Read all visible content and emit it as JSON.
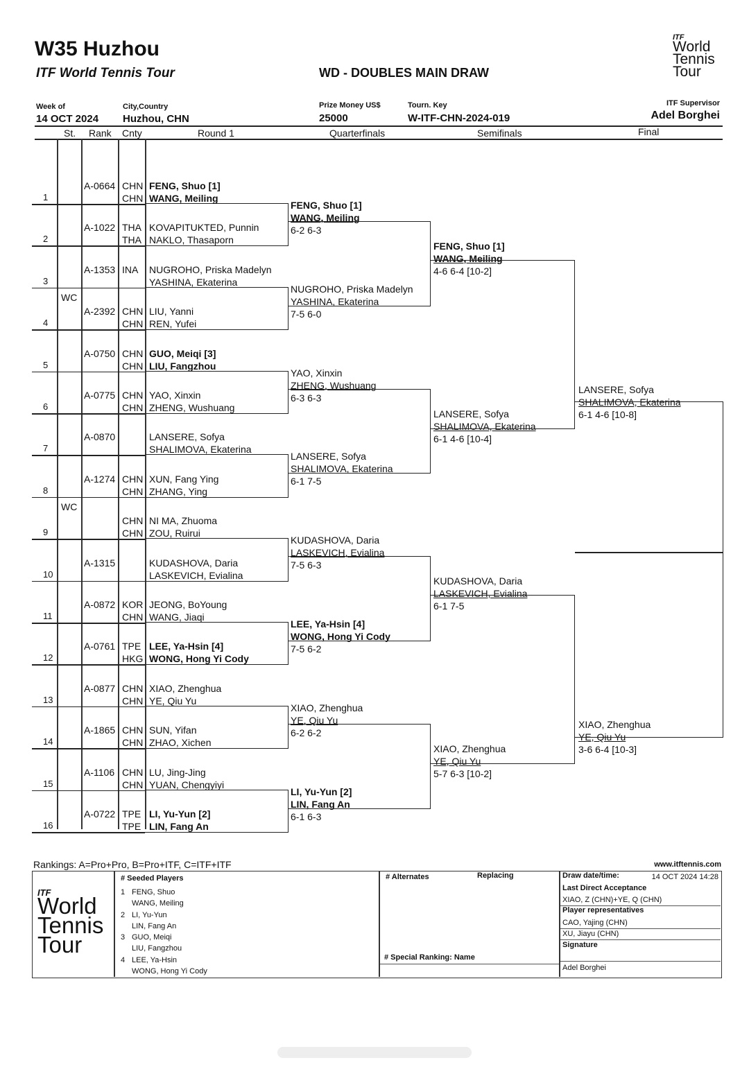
{
  "header": {
    "title": "W35 Huzhou",
    "subtitle": "ITF World Tennis Tour",
    "draw_title": "WD - DOUBLES MAIN DRAW",
    "logo": {
      "itf": "ITF",
      "l1": "World",
      "l2": "Tennis",
      "l3": "Tour"
    },
    "week_label": "Week of",
    "week_value": "14 OCT 2024",
    "city_label": "City,Country",
    "city_value": "Huzhou, CHN",
    "prize_label": "Prize Money US$",
    "prize_value": "25000",
    "key_label": "Tourn. Key",
    "key_value": "W-ITF-CHN-2024-019",
    "supervisor_label": "ITF Supervisor",
    "supervisor_value": "Adel Borghei"
  },
  "columns": {
    "st": "St.",
    "rank": "Rank",
    "cnty": "Cnty",
    "r1": "Round 1",
    "qf": "Quarterfinals",
    "sf": "Semifinals",
    "f": "Final"
  },
  "entries": [
    {
      "num": "1",
      "st": "",
      "rank": "A-0664",
      "c1": "CHN",
      "c2": "CHN",
      "p1": "FENG, Shuo [1]",
      "p2": "WANG, Meiling",
      "bold": true
    },
    {
      "num": "2",
      "st": "",
      "rank": "A-1022",
      "c1": "THA",
      "c2": "THA",
      "p1": "KOVAPITUKTED, Punnin",
      "p2": "NAKLO, Thasaporn",
      "bold": false
    },
    {
      "num": "3",
      "st": "",
      "rank": "A-1353",
      "c1": "INA",
      "c2": "",
      "p1": "NUGROHO, Priska Madelyn",
      "p2": "YASHINA, Ekaterina",
      "bold": false
    },
    {
      "num": "4",
      "st": "WC",
      "rank": "A-2392",
      "c1": "CHN",
      "c2": "CHN",
      "p1": "LIU, Yanni",
      "p2": "REN, Yufei",
      "bold": false
    },
    {
      "num": "5",
      "st": "",
      "rank": "A-0750",
      "c1": "CHN",
      "c2": "CHN",
      "p1": "GUO, Meiqi [3]",
      "p2": "LIU, Fangzhou",
      "bold": true
    },
    {
      "num": "6",
      "st": "",
      "rank": "A-0775",
      "c1": "CHN",
      "c2": "CHN",
      "p1": "YAO, Xinxin",
      "p2": "ZHENG, Wushuang",
      "bold": false
    },
    {
      "num": "7",
      "st": "",
      "rank": "A-0870",
      "c1": "",
      "c2": "",
      "p1": "LANSERE, Sofya",
      "p2": "SHALIMOVA, Ekaterina",
      "bold": false
    },
    {
      "num": "8",
      "st": "",
      "rank": "A-1274",
      "c1": "CHN",
      "c2": "CHN",
      "p1": "XUN, Fang Ying",
      "p2": "ZHANG, Ying",
      "bold": false
    },
    {
      "num": "9",
      "st": "WC",
      "rank": "",
      "c1": "CHN",
      "c2": "CHN",
      "p1": "NI MA, Zhuoma",
      "p2": "ZOU, Ruirui",
      "bold": false
    },
    {
      "num": "10",
      "st": "",
      "rank": "A-1315",
      "c1": "",
      "c2": "",
      "p1": "KUDASHOVA, Daria",
      "p2": "LASKEVICH, Evialina",
      "bold": false
    },
    {
      "num": "11",
      "st": "",
      "rank": "A-0872",
      "c1": "KOR",
      "c2": "CHN",
      "p1": "JEONG, BoYoung",
      "p2": "WANG, Jiaqi",
      "bold": false
    },
    {
      "num": "12",
      "st": "",
      "rank": "A-0761",
      "c1": "TPE",
      "c2": "HKG",
      "p1": "LEE, Ya-Hsin [4]",
      "p2": "WONG, Hong Yi Cody",
      "bold": true
    },
    {
      "num": "13",
      "st": "",
      "rank": "A-0877",
      "c1": "CHN",
      "c2": "CHN",
      "p1": "XIAO, Zhenghua",
      "p2": "YE, Qiu Yu",
      "bold": false
    },
    {
      "num": "14",
      "st": "",
      "rank": "A-1865",
      "c1": "CHN",
      "c2": "CHN",
      "p1": "SUN, Yifan",
      "p2": "ZHAO, Xichen",
      "bold": false
    },
    {
      "num": "15",
      "st": "",
      "rank": "A-1106",
      "c1": "CHN",
      "c2": "CHN",
      "p1": "LU, Jing-Jing",
      "p2": "YUAN, Chengyiyi",
      "bold": false
    },
    {
      "num": "16",
      "st": "",
      "rank": "A-0722",
      "c1": "TPE",
      "c2": "TPE",
      "p1": "LI, Yu-Yun [2]",
      "p2": "LIN, Fang An",
      "bold": true
    }
  ],
  "qf": [
    {
      "p1": "FENG, Shuo [1]",
      "p2": "WANG, Meiling",
      "score": "6-2 6-3",
      "bold": true
    },
    {
      "p1": "NUGROHO, Priska Madelyn",
      "p2": "YASHINA, Ekaterina",
      "score": "7-5 6-0",
      "bold": false
    },
    {
      "p1": "YAO, Xinxin",
      "p2": "ZHENG, Wushuang",
      "score": "6-3 6-3",
      "bold": false
    },
    {
      "p1": "LANSERE, Sofya",
      "p2": "SHALIMOVA, Ekaterina",
      "score": "6-1 7-5",
      "bold": false
    },
    {
      "p1": "KUDASHOVA, Daria",
      "p2": "LASKEVICH, Evialina",
      "score": "7-5 6-3",
      "bold": false
    },
    {
      "p1": "LEE, Ya-Hsin [4]",
      "p2": "WONG, Hong Yi Cody",
      "score": "7-5 6-2",
      "bold": true
    },
    {
      "p1": "XIAO, Zhenghua",
      "p2": "YE, Qiu Yu",
      "score": "6-2 6-2",
      "bold": false
    },
    {
      "p1": "LI, Yu-Yun [2]",
      "p2": "LIN, Fang An",
      "score": "6-1 6-3",
      "bold": true
    }
  ],
  "sf": [
    {
      "p1": "FENG, Shuo [1]",
      "p2": "WANG, Meiling",
      "score": "4-6 6-4 [10-2]",
      "bold": true
    },
    {
      "p1": "LANSERE, Sofya",
      "p2": "SHALIMOVA, Ekaterina",
      "score": "6-1 4-6 [10-4]",
      "bold": false
    },
    {
      "p1": "KUDASHOVA, Daria",
      "p2": "LASKEVICH, Evialina",
      "score": "6-1 7-5",
      "bold": false
    },
    {
      "p1": "XIAO, Zhenghua",
      "p2": "YE, Qiu Yu",
      "score": "5-7 6-3 [10-2]",
      "bold": false
    }
  ],
  "final": [
    {
      "p1": "LANSERE, Sofya",
      "p2": "SHALIMOVA, Ekaterina",
      "score": "6-1 4-6 [10-8]"
    },
    {
      "p1": "XIAO, Zhenghua",
      "p2": "YE, Qiu Yu",
      "score": "3-6 6-4 [10-3]"
    }
  ],
  "footer": {
    "rankings": "Rankings: A=Pro+Pro, B=Pro+ITF, C=ITF+ITF",
    "website": "www.itftennis.com",
    "seeded_hdr": "#   Seeded Players",
    "seeds": [
      {
        "n": "1",
        "a": "FENG, Shuo",
        "b": "WANG, Meiling"
      },
      {
        "n": "2",
        "a": "LI, Yu-Yun",
        "b": "LIN, Fang An"
      },
      {
        "n": "3",
        "a": "GUO, Meiqi",
        "b": "LIU, Fangzhou"
      },
      {
        "n": "4",
        "a": "LEE, Ya-Hsin",
        "b": "WONG, Hong Yi Cody"
      }
    ],
    "alternates_hdr": "# Alternates",
    "replacing_hdr": "Replacing",
    "special_hdr": "# Special Ranking: Name",
    "draw_date_label": "Draw date/time:",
    "draw_date_value": "14 OCT 2024 14:28",
    "lda_label": "Last Direct Acceptance",
    "lda_value": "XIAO, Z (CHN)+YE, Q (CHN)",
    "reps_label": "Player representatives",
    "rep1": "CAO, Yajing (CHN)",
    "rep2": "XU, Jiayu (CHN)",
    "sig_label": "Signature",
    "sig_value": "Adel Borghei"
  }
}
